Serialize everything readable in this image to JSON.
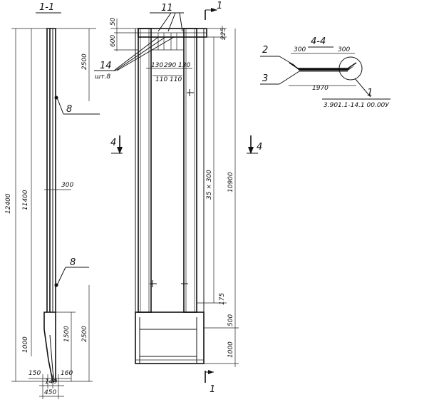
{
  "section_1_1": {
    "title": "1-1",
    "dims": {
      "d2500_top": "2500",
      "d12400": "12400",
      "d11400": "11400",
      "d300": "300",
      "d1500": "1500",
      "d2500_bot": "2500",
      "d1000": "1000",
      "d150": "150",
      "d140": "140",
      "d160": "160",
      "d450": "450"
    },
    "callout_8_top": "8",
    "callout_8_bot": "8"
  },
  "elevation": {
    "callout_11": "11",
    "callout_14": "14",
    "callout_14_qty": "шт.8",
    "section_mark_1_top": "1",
    "section_mark_1_bot": "1",
    "section_mark_4_left": "4",
    "section_mark_4_right": "4",
    "dims": {
      "d50": "50",
      "d600": "600",
      "d225": "225",
      "d130a": "130",
      "d290": "290",
      "d130b": "130",
      "d110a": "110",
      "d110b": "110",
      "d35x300": "35 × 300",
      "d10900": "10900",
      "d175": "175",
      "d500": "500",
      "d1000": "1000"
    }
  },
  "section_4_4": {
    "title": "4-4",
    "callout_2": "2",
    "callout_3": "3",
    "callout_1": "1",
    "d300_left": "300",
    "d300_right": "300",
    "d1970": "1970",
    "reference": "3.901.1-14.1 00.00У"
  }
}
